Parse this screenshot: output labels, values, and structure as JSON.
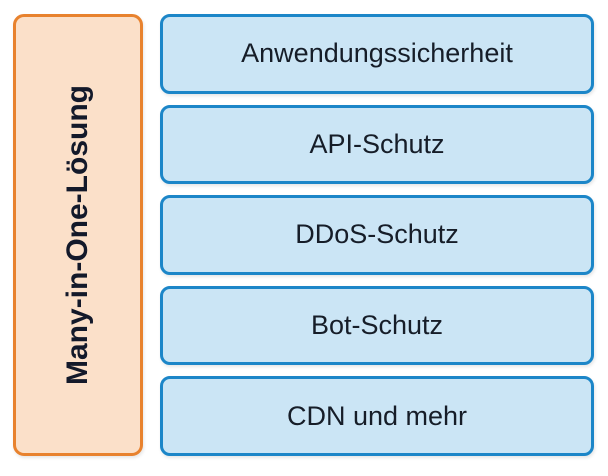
{
  "diagram": {
    "title_panel": {
      "label": "Many-in-One-Lösung",
      "fill_color": "#fbe0c9",
      "border_color": "#e8822e",
      "text_color": "#13192a",
      "orientation": "vertical-bottom-to-top"
    },
    "features": {
      "fill_color": "#cbe5f5",
      "border_color": "#1c86c8",
      "text_color": "#161d28",
      "items": [
        {
          "label": "Anwendungssicherheit"
        },
        {
          "label": "API-Schutz"
        },
        {
          "label": "DDoS-Schutz"
        },
        {
          "label": "Bot-Schutz"
        },
        {
          "label": "CDN und mehr"
        }
      ]
    },
    "background_color": "#ffffff"
  }
}
